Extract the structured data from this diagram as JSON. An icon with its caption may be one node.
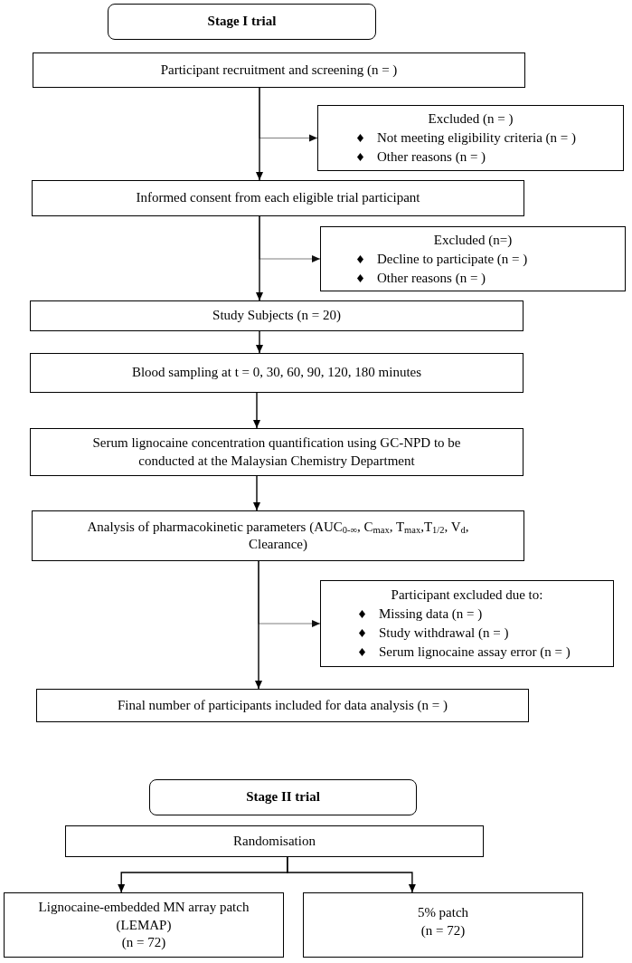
{
  "diagram": {
    "nodes": [
      {
        "text": [
          "Stage I trial"
        ]
      },
      {
        "text": [
          "Participant recruitment and screening (n = )"
        ]
      },
      {
        "text": [
          "Excluded (n = )",
          "Not meeting eligibility criteria (n = )",
          "Other reasons (n = )"
        ]
      },
      {
        "text": [
          "Informed consent from each eligible trial participant"
        ]
      },
      {
        "text": [
          "Excluded (n=)",
          "Decline to participate (n = )",
          "Other reasons (n = )"
        ]
      },
      {
        "text": [
          "Study Subjects (n = 20)"
        ]
      },
      {
        "text": [
          "Blood sampling at t = 0, 30, 60, 90, 120, 180 minutes"
        ]
      },
      {
        "text": [
          "Serum lignocaine concentration quantification using GC-NPD to be conducted at the Malaysian Chemistry Department"
        ]
      },
      {
        "text": [
          "Analysis of pharmacokinetic parameters (AUC$_{0-∞}$, C$_{max}$, T$_{max}$,T$_{1/2}$, V$_{d}$, Clearance)"
        ]
      },
      {
        "text": [
          "Participant excluded due to:",
          "Missing data (n = )",
          "Study withdrawal (n = )",
          "Serum lignocaine assay error (n = )"
        ]
      },
      {
        "text": [
          "Final number of participants included for data analysis (n = )"
        ]
      },
      {
        "text": [
          "Stage II trial"
        ]
      },
      {
        "text": [
          "Randomisation"
        ]
      },
      {
        "text": [
          "Lignocaine-embedded MN array patch (LEMAP)",
          "(n = 72)"
        ]
      },
      {
        "text": [
          "5% patch",
          "(n = 72)"
        ]
      }
    ],
    "edges": [
      {
        "from": 1,
        "to": 2,
        "arrow": "to",
        "color": "#7f7f7f"
      },
      {
        "from": 1,
        "to": 3,
        "arrow": "to"
      },
      {
        "from": 3,
        "to": 4,
        "arrow": "to",
        "color": "#7f7f7f"
      },
      {
        "from": 3,
        "to": 5,
        "arrow": "to"
      },
      {
        "from": 5,
        "to": 6,
        "arrow": "to"
      },
      {
        "from": 6,
        "to": 7,
        "arrow": "to"
      },
      {
        "from": 7,
        "to": 8,
        "arrow": "to"
      },
      {
        "from": 8,
        "to": 9,
        "arrow": "to",
        "color": "#7f7f7f"
      },
      {
        "from": 8,
        "to": 10,
        "arrow": "to"
      },
      {
        "from": 12,
        "to": 13,
        "arrow": "to"
      },
      {
        "from": 12,
        "to": 14,
        "arrow": "to"
      }
    ]
  }
}
